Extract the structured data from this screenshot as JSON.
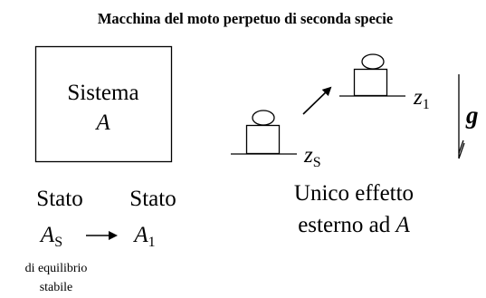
{
  "title": "Macchina del moto perpetuo di seconda specie",
  "system_box": {
    "label": "Sistema",
    "symbol": "A"
  },
  "initial_state": {
    "label": "Stato",
    "symbol": "A",
    "subscript": "S",
    "note_line1": "di equilibrio",
    "note_line2": "stabile"
  },
  "final_state": {
    "label": "Stato",
    "symbol": "A",
    "subscript": "1"
  },
  "weight": {
    "lower_level_symbol": "z",
    "lower_level_subscript": "S",
    "upper_level_symbol": "z",
    "upper_level_subscript": "1"
  },
  "gravity_label": "g",
  "effect_text": {
    "line1": "Unico effetto",
    "line2_text": "esterno ad ",
    "line2_symbol": "A"
  },
  "colors": {
    "stroke": "#000000",
    "background": "#ffffff"
  },
  "icons": [
    "arrow-right-icon",
    "arrow-diagonal-icon",
    "arrow-down-icon"
  ]
}
